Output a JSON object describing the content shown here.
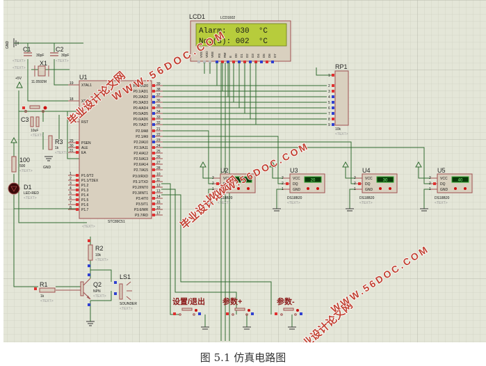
{
  "caption": "图 5.1 仿真电路图",
  "watermark": {
    "text_cn": "毕业设计论文网",
    "text_url": "WWW.56DOC.COM"
  },
  "colors": {
    "canvas_bg": "#e4e6d8",
    "grid_minor": "#cfd1c2",
    "grid_major": "#bfc1b2",
    "wire": "#2f6b2f",
    "component_body": "#d9d0bf",
    "component_border": "#a05050",
    "pin_red": "#e03030",
    "pin_blue": "#3040d0",
    "lcd_screen": "#b7cc3c",
    "sensor_display": "#0a3a0a",
    "watermark": "#c0392b"
  },
  "lcd": {
    "ref": "LCD1",
    "part": "LCD1602",
    "line1": "Alarm:  030  °C",
    "line2": "No.(3): 002  °C",
    "pins": [
      "VSS",
      "VDD",
      "VEE",
      "RS",
      "RW",
      "E",
      "D0",
      "D1",
      "D2",
      "D3",
      "D4",
      "D5",
      "D6",
      "D7"
    ]
  },
  "mcu": {
    "ref": "U1",
    "part": "STC89C51",
    "left_pins": [
      {
        "num": "19",
        "name": "XTAL1"
      },
      {
        "num": "18",
        "name": "XTAL2"
      },
      {
        "num": "9",
        "name": "RST"
      },
      {
        "num": "29",
        "name": "PSEN"
      },
      {
        "num": "30",
        "name": "ALE"
      },
      {
        "num": "31",
        "name": "EA"
      },
      {
        "num": "1",
        "name": "P1.0/T2"
      },
      {
        "num": "2",
        "name": "P1.1/T2EX"
      },
      {
        "num": "3",
        "name": "P1.2"
      },
      {
        "num": "4",
        "name": "P1.3"
      },
      {
        "num": "5",
        "name": "P1.4"
      },
      {
        "num": "6",
        "name": "P1.5"
      },
      {
        "num": "7",
        "name": "P1.6"
      },
      {
        "num": "8",
        "name": "P1.7"
      }
    ],
    "right_pins": [
      {
        "num": "39",
        "name": "P0.0/AD0"
      },
      {
        "num": "38",
        "name": "P0.1/AD1"
      },
      {
        "num": "37",
        "name": "P0.2/AD2"
      },
      {
        "num": "36",
        "name": "P0.3/AD3"
      },
      {
        "num": "35",
        "name": "P0.4/AD4"
      },
      {
        "num": "34",
        "name": "P0.5/AD5"
      },
      {
        "num": "33",
        "name": "P0.6/AD6"
      },
      {
        "num": "32",
        "name": "P0.7/AD7"
      },
      {
        "num": "21",
        "name": "P2.0/A8"
      },
      {
        "num": "22",
        "name": "P2.1/A9"
      },
      {
        "num": "23",
        "name": "P2.2/A10"
      },
      {
        "num": "24",
        "name": "P2.3/A11"
      },
      {
        "num": "25",
        "name": "P2.4/A12"
      },
      {
        "num": "26",
        "name": "P2.5/A13"
      },
      {
        "num": "27",
        "name": "P2.6/A14"
      },
      {
        "num": "28",
        "name": "P2.7/A15"
      },
      {
        "num": "10",
        "name": "P3.0/RXD"
      },
      {
        "num": "11",
        "name": "P3.1/TXD"
      },
      {
        "num": "12",
        "name": "P3.2/INT0"
      },
      {
        "num": "13",
        "name": "P3.3/INT1"
      },
      {
        "num": "14",
        "name": "P3.4/T0"
      },
      {
        "num": "15",
        "name": "P3.5/T1"
      },
      {
        "num": "16",
        "name": "P3.6/WR"
      },
      {
        "num": "17",
        "name": "P3.7/RD"
      }
    ]
  },
  "rp1": {
    "ref": "RP1",
    "value": "10k",
    "pins": [
      "1",
      "2",
      "3",
      "4",
      "5",
      "6",
      "7",
      "8",
      "9"
    ]
  },
  "sensors": [
    {
      "ref": "U2",
      "part": "DS18B20",
      "reading": "26",
      "pins": [
        "VCC",
        "DQ",
        "GND"
      ],
      "pin_nums": [
        "3",
        "2",
        "1"
      ]
    },
    {
      "ref": "U3",
      "part": "DS18B20",
      "reading": "20",
      "pins": [
        "VCC",
        "DQ",
        "GND"
      ],
      "pin_nums": [
        "3",
        "2",
        "1"
      ]
    },
    {
      "ref": "U4",
      "part": "DS18B20",
      "reading": "30",
      "pins": [
        "VCC",
        "DQ",
        "GND"
      ],
      "pin_nums": [
        "3",
        "2",
        "1"
      ]
    },
    {
      "ref": "U5",
      "part": "DS18B20",
      "reading": "40",
      "pins": [
        "VCC",
        "DQ",
        "GND"
      ],
      "pin_nums": [
        "3",
        "2",
        "1"
      ]
    }
  ],
  "components": {
    "c1": {
      "ref": "C1",
      "value": "30pF"
    },
    "c2": {
      "ref": "C2",
      "value": "30pF"
    },
    "x1": {
      "ref": "X1",
      "value": "11.0592M"
    },
    "c3": {
      "ref": "C3",
      "value": "10uF"
    },
    "r3": {
      "ref": "R3",
      "value": "1k"
    },
    "r100": {
      "ref": "100",
      "value": "500"
    },
    "d1": {
      "ref": "D1",
      "value": "LED-RED"
    },
    "r2": {
      "ref": "R2",
      "value": "10k"
    },
    "r1": {
      "ref": "R1",
      "value": "1k"
    },
    "q2": {
      "ref": "Q2",
      "value": "NPN"
    },
    "ls1": {
      "ref": "LS1",
      "value": "SOUNDER"
    }
  },
  "power": {
    "gnd": "GND",
    "vcc": "+5V"
  },
  "placeholder_text": "<TEXT>",
  "buttons": [
    {
      "label": "设置/退出"
    },
    {
      "label": "参数+"
    },
    {
      "label": "参数-"
    }
  ]
}
